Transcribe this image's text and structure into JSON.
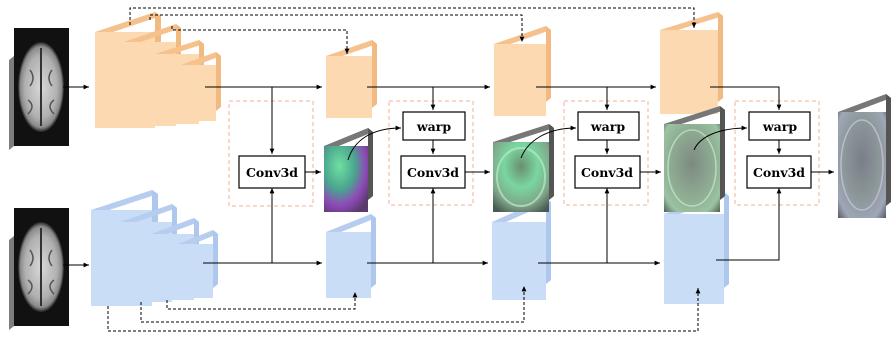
{
  "diagram": {
    "labels": {
      "conv3d_1": "Conv3d",
      "warp_1": "warp",
      "conv3d_2": "Conv3d",
      "warp_2": "warp",
      "conv3d_3": "Conv3d",
      "warp_3": "warp",
      "conv3d_4": "Conv3d"
    },
    "colors": {
      "fixed_features": "#fcd9b0",
      "moving_features": "#c9ddf7",
      "module_border": "#f2b28f",
      "arrow": "#000000"
    }
  }
}
